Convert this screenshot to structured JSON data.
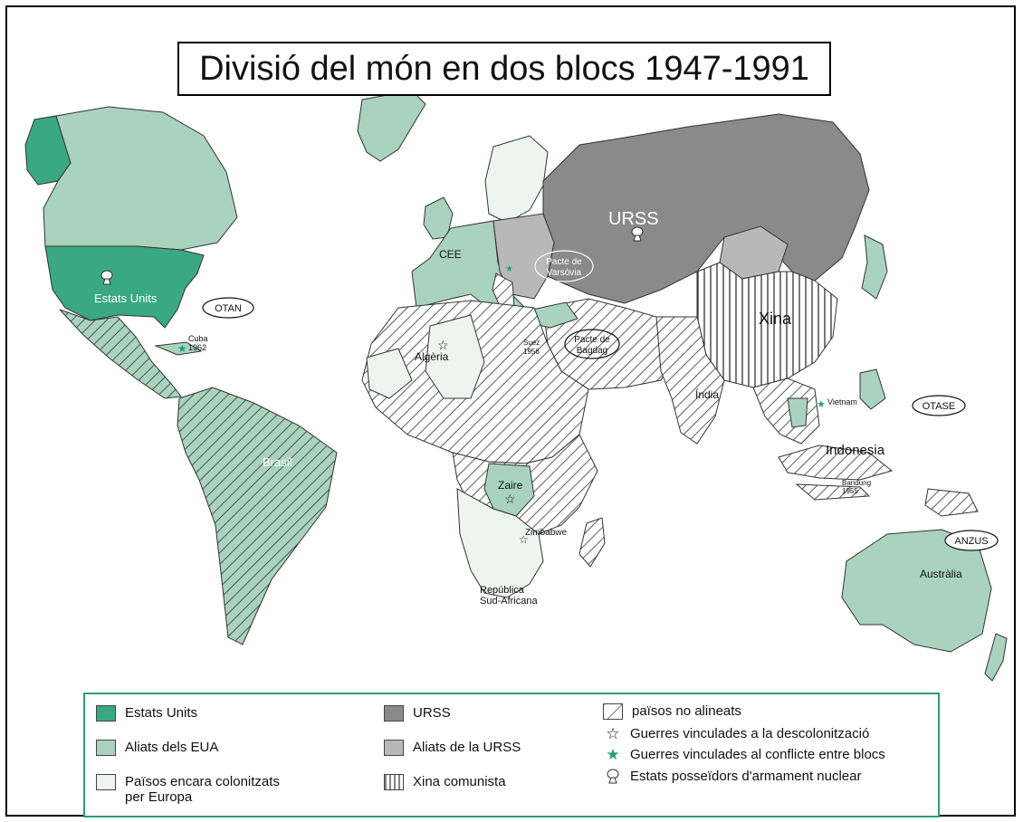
{
  "title": "Divisió del món en dos blocs 1947-1991",
  "colors": {
    "us": "#3aa882",
    "us_allies": "#a9d3bf",
    "colonized": "#eef5f0",
    "ussr": "#8a8a8a",
    "ussr_allies": "#b8b8b8",
    "ocean": "#ffffff",
    "border": "#333333",
    "accent": "#2a9d7a"
  },
  "map_labels": {
    "urss": "URSS",
    "xina": "Xina",
    "estats_units": "Estats Units",
    "brasil": "Brasil",
    "cee": "CEE",
    "india": "Índia",
    "indonesia": "Indonesia",
    "australia": "Austràlia",
    "zaire": "Zaire",
    "algeria": "Algèria",
    "zimbabwe": "Zimbabwe",
    "sudafrica_1": "República",
    "sudafrica_2": "Sud-Africana",
    "cuba": "Cuba",
    "cuba_year": "1962",
    "suez": "Suez",
    "suez_year": "1956",
    "vietnam": "Vietnam",
    "bandung": "Bandung",
    "bandung_year": "1955"
  },
  "alliances": {
    "otan": "OTAN",
    "varsovia_1": "Pacte de",
    "varsovia_2": "Varsòvia",
    "bagdad_1": "Pacte de",
    "bagdad_2": "Bagdag",
    "otase": "OTASE",
    "anzus": "ANZUS"
  },
  "legend": {
    "us": "Estats Units",
    "us_allies": "Aliats dels EUA",
    "colonized_1": "Països encara colonitzats",
    "colonized_2": "per Europa",
    "ussr": "URSS",
    "ussr_allies": "Aliats de la URSS",
    "china": "Xina comunista",
    "non_aligned": "països no alineats",
    "decolonization_wars": "Guerres vinculades a la descolonització",
    "bloc_wars": "Guerres vinculades al conflicte entre blocs",
    "nuclear": "Estats posseïdors d'armament nuclear"
  },
  "symbols": {
    "hollow_star": "☆",
    "solid_star": "★"
  }
}
